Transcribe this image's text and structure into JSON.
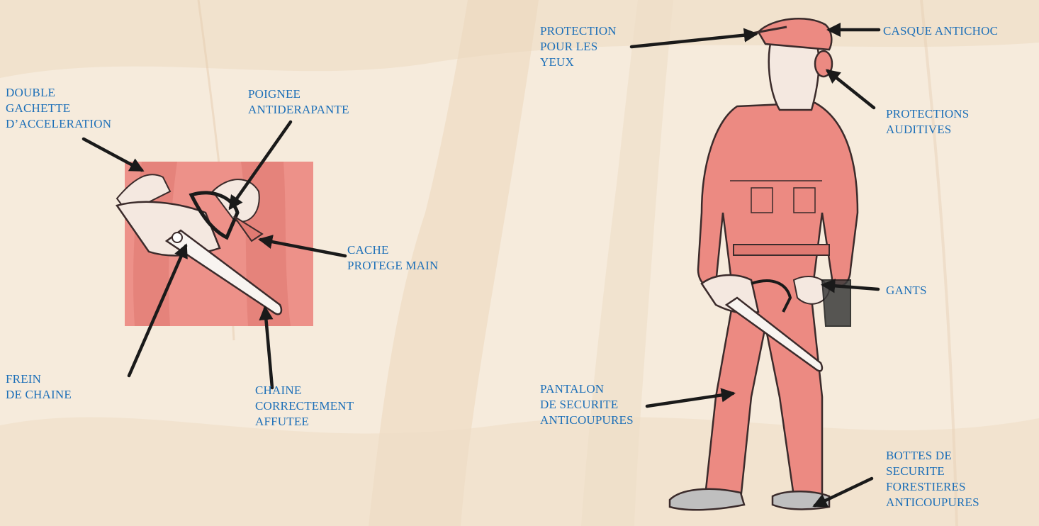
{
  "colors": {
    "background": "#f6ebdc",
    "sepia": "#d9b48c",
    "suit": "#ec8a82",
    "label": "#1c6fb8",
    "arrow": "#1a1a1a",
    "outline": "#3b2b2b"
  },
  "labels": {
    "double_gachette": [
      "DOUBLE",
      "GACHETTE",
      "D’ACCELERATION"
    ],
    "poignee": [
      "POIGNEE",
      "ANTIDERAPANTE"
    ],
    "cache": [
      "CACHE",
      "PROTEGE MAIN"
    ],
    "frein": [
      "FREIN",
      "DE CHAINE"
    ],
    "chaine": [
      "CHAINE",
      "CORRECTEMENT",
      "AFFUTEE"
    ],
    "protection_yeux": [
      "PROTECTION",
      "POUR LES",
      "YEUX"
    ],
    "casque": [
      "CASQUE ANTICHOC"
    ],
    "protections_auditives": [
      "PROTECTIONS",
      "AUDITIVES"
    ],
    "gants": [
      "GANTS"
    ],
    "pantalon": [
      "PANTALON",
      "DE SECURITE",
      "ANTICOUPURES"
    ],
    "bottes": [
      "BOTTES DE",
      "SECURITE",
      "FORESTIERES",
      "ANTICOUPURES"
    ]
  },
  "icons": [
    "chainsaw-icon",
    "worker-figure",
    "helmet-icon",
    "ear-muffs-icon",
    "boots-icon"
  ]
}
